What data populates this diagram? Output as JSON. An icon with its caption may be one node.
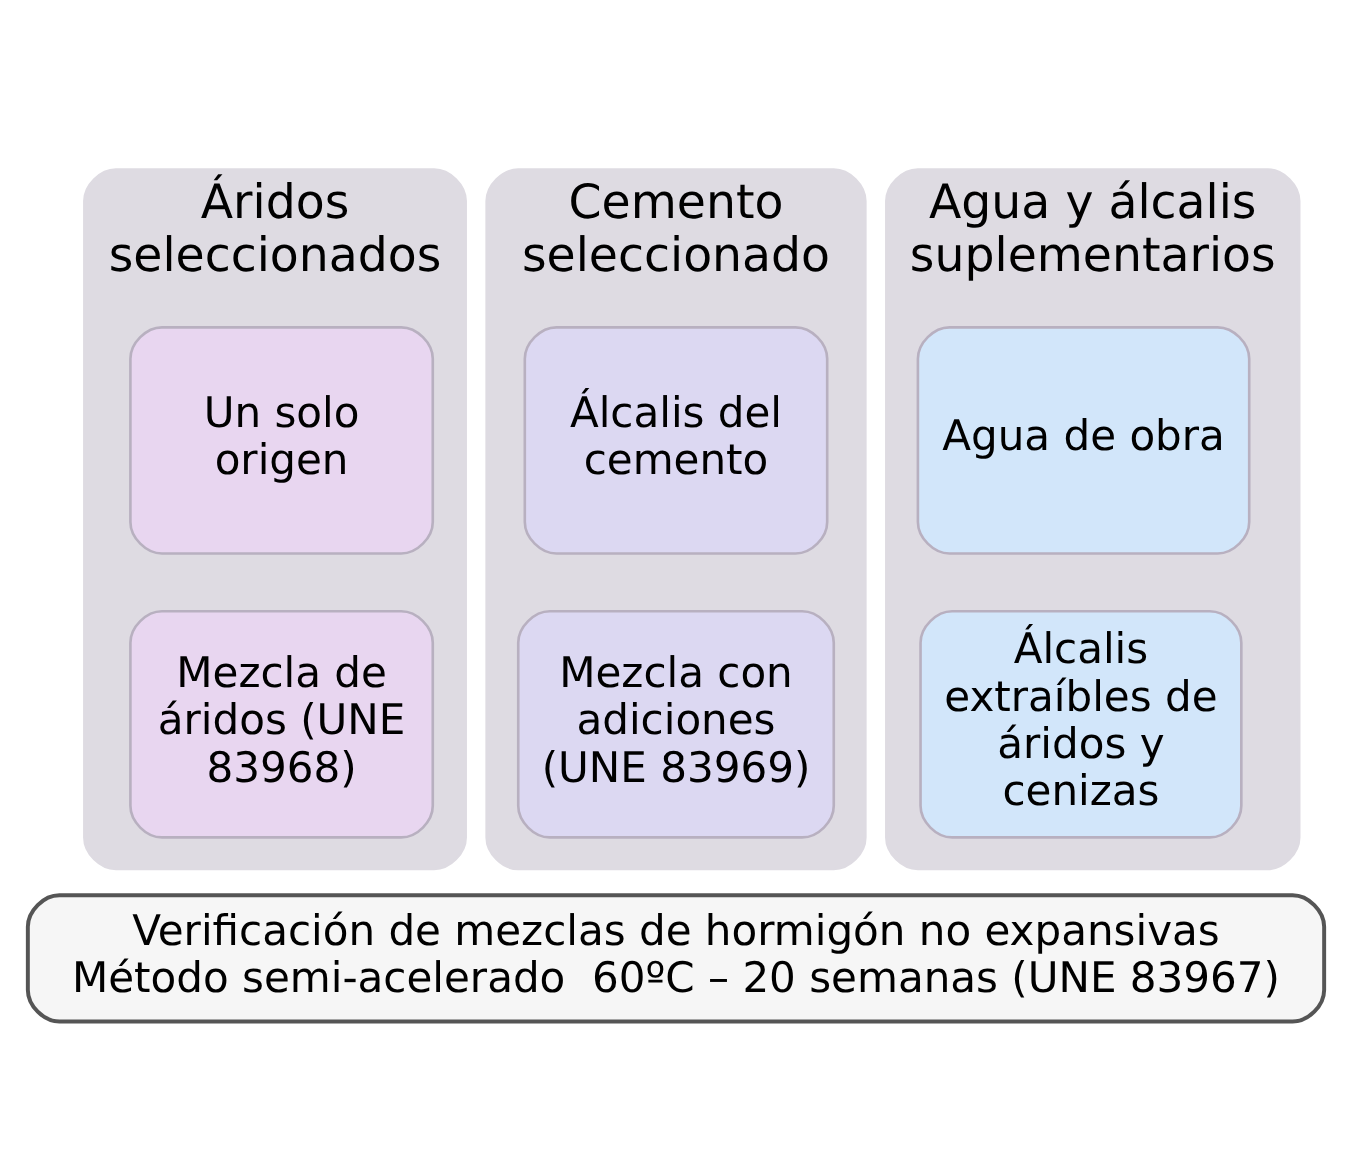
{
  "diagram": {
    "nodes": [
      {
        "text": [
          "Áridos seleccionados"
        ]
      },
      {
        "text": [
          "Un solo origen"
        ],
        "in": 0
      },
      {
        "text": [
          "Mezcla de áridos (UNE 83968)"
        ],
        "in": 0
      },
      {
        "text": [
          "Cemento seleccionado"
        ]
      },
      {
        "text": [
          "Álcalis del cemento"
        ],
        "in": 3
      },
      {
        "text": [
          "Mezcla con adiciones (UNE 83969)"
        ],
        "in": 3
      },
      {
        "text": [
          "Agua y álcalis suplementarios"
        ]
      },
      {
        "text": [
          "Agua de obra"
        ],
        "in": 6
      },
      {
        "text": [
          "Álcalis extraíbles de áridos y cenizas"
        ],
        "in": 6
      },
      {
        "text": [
          "Verificación de mezclas de hormigón no expansivas",
          "Método semi-acelerado  60ºC – 20 semanas (UNE 83967)"
        ]
      }
    ]
  }
}
